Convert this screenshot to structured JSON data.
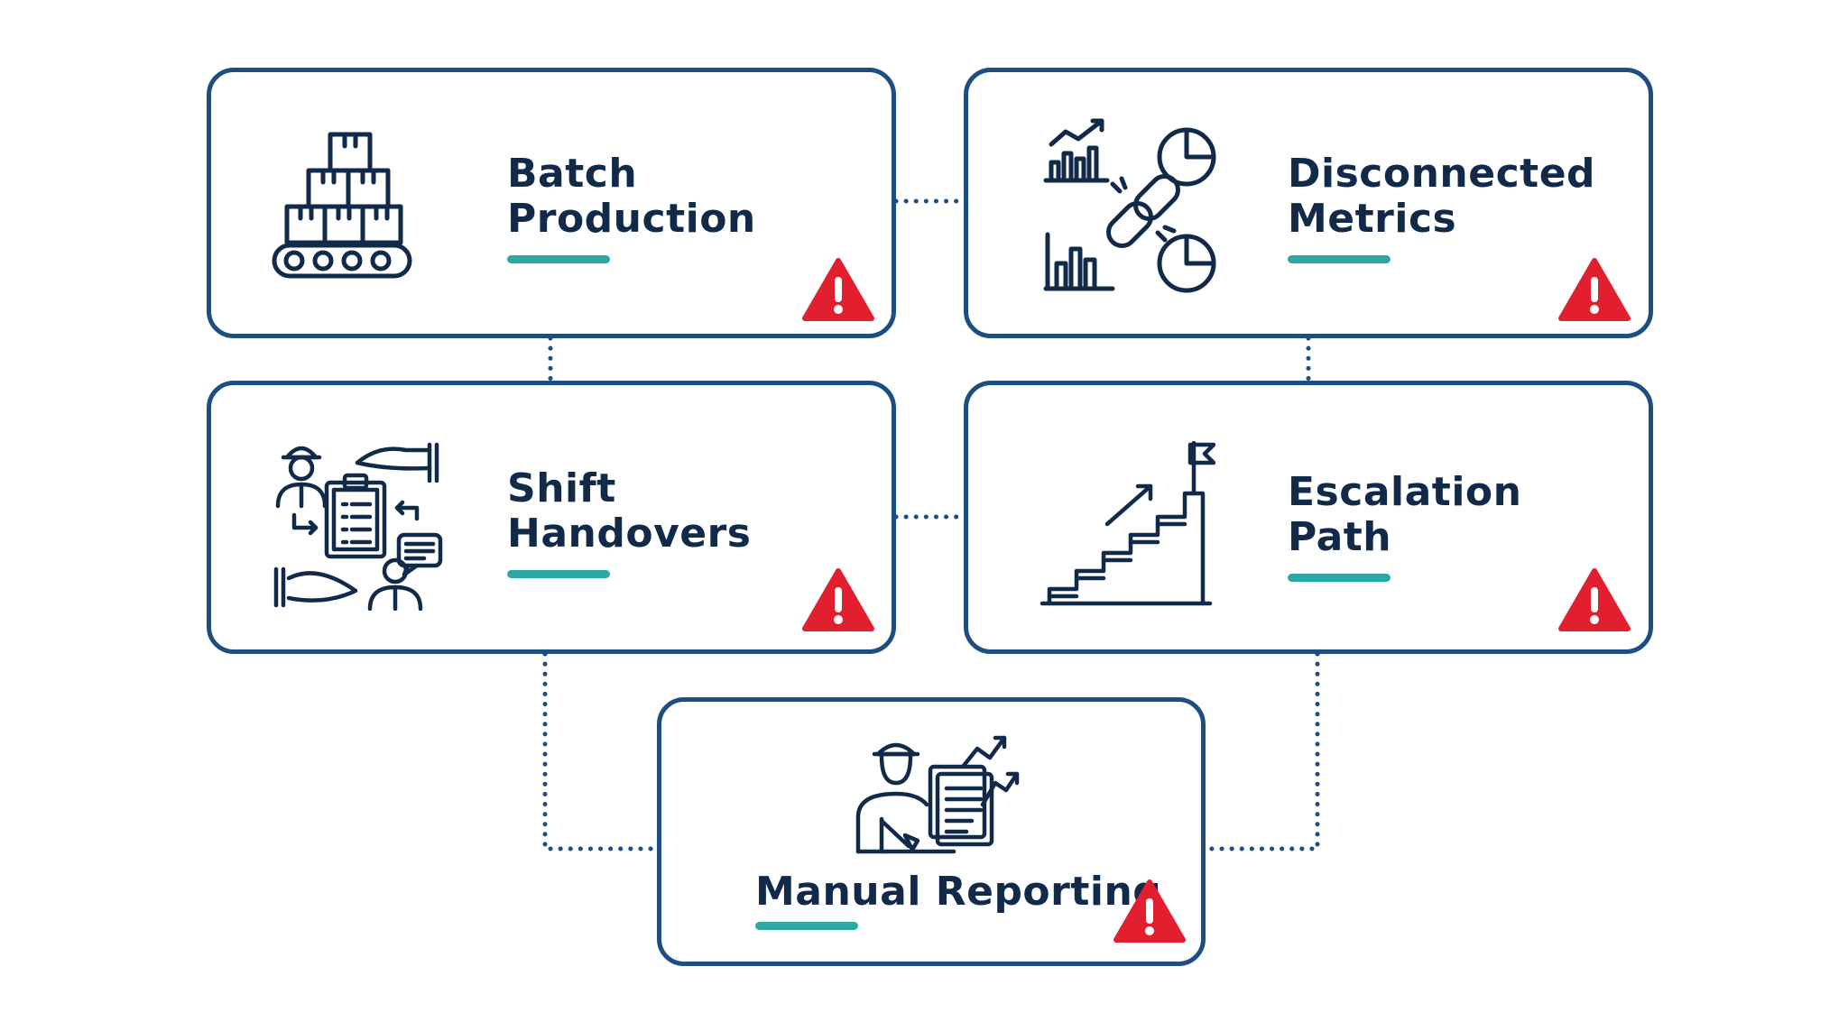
{
  "colors": {
    "border": "#1d4e80",
    "text": "#122a4a",
    "accent": "#2aa9a5",
    "warning": "#e11f2f",
    "connector": "#1d4e80"
  },
  "cards": {
    "batch": {
      "line1": "Batch",
      "line2": "Production",
      "icon": "conveyor-boxes-icon"
    },
    "metrics": {
      "line1": "Disconnected",
      "line2": "Metrics",
      "icon": "broken-chain-charts-icon"
    },
    "shift": {
      "line1": "Shift",
      "line2": "Handovers",
      "icon": "handover-workers-icon"
    },
    "escalation": {
      "line1": "Escalation",
      "line2": "Path",
      "icon": "stairs-flag-icon"
    },
    "manual": {
      "title": "Manual Reporting",
      "icon": "worker-report-icon"
    }
  },
  "warning_icon": "warning-triangle-icon"
}
